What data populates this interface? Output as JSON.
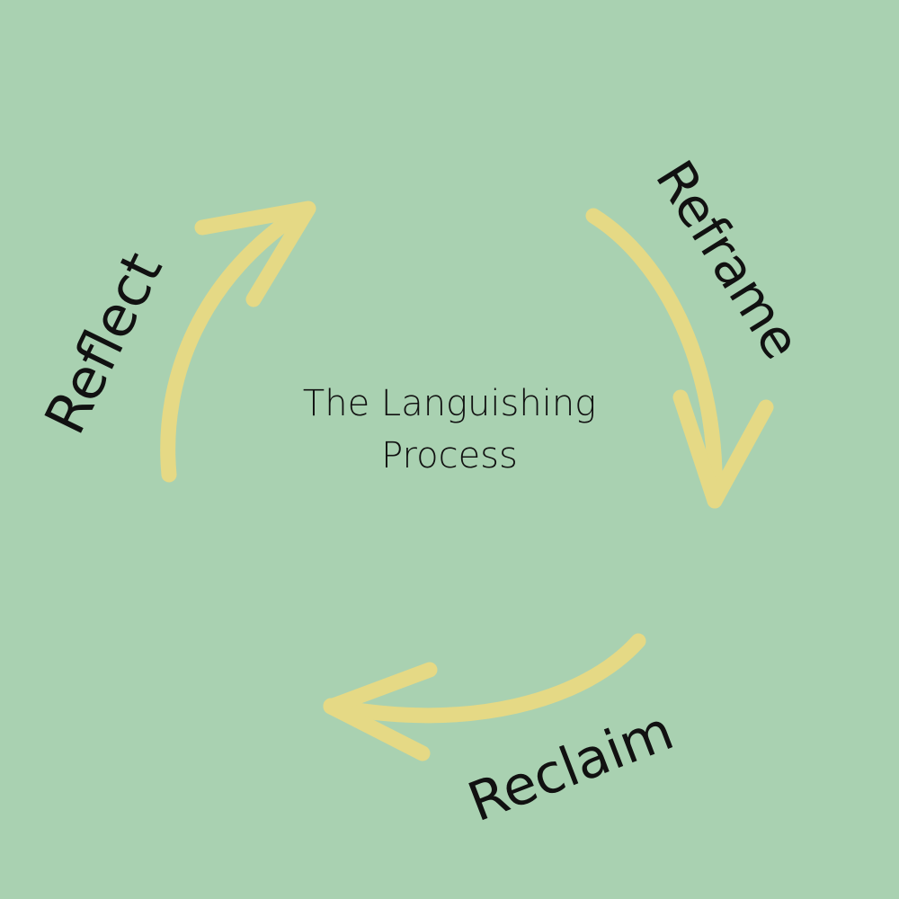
{
  "colors": {
    "background": "#a9d1b1",
    "arrow": "#e5d985",
    "text": "#111111"
  },
  "diagram": {
    "type": "cycle",
    "title_line1": "The Languishing",
    "title_line2": "Process",
    "steps": [
      {
        "label": "Reflect"
      },
      {
        "label": "Reframe"
      },
      {
        "label": "Reclaim"
      }
    ]
  }
}
